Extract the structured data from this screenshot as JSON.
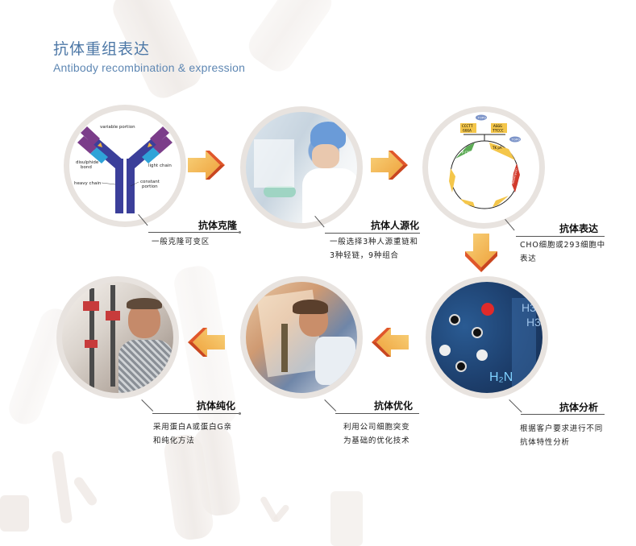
{
  "header": {
    "title_zh": "抗体重组表达",
    "title_en": "Antibody recombination & expression"
  },
  "colors": {
    "title_blue": "#4c77a6",
    "arrow_orange": "#f0a33a",
    "arrow_dark": "#e0572a",
    "circle_ring": "#e8e3df"
  },
  "steps": [
    {
      "title": "抗体克隆",
      "desc_lines": [
        "一般克隆可变区"
      ],
      "image": "antibody-structure-diagram",
      "diagram_labels": {
        "variable": "variable portion",
        "disulphide": "disulphide bond",
        "light": "light chain",
        "heavy": "heavy chain",
        "constant": "constant portion"
      }
    },
    {
      "title": "抗体人源化",
      "desc_lines": [
        "一般选择3种人源重链和",
        "3种轻链，9种组合"
      ],
      "image": "lab-scientist-photo"
    },
    {
      "title": "抗体表达",
      "desc_lines": [
        "CHO细胞或293细胞中",
        "表达"
      ],
      "image": "plasmid-vector-map",
      "plasmid_labels": {
        "topo1": "TOPO",
        "topo2": "TOPO",
        "seq_left_1": "CCCTT",
        "seq_left_2": "GGGA",
        "seq_right_1": "AGGG",
        "seq_right_2": "TTCCC",
        "pcmv": "P CMV",
        "tk": "TK pA",
        "psv40": "P SV40",
        "neomycin": "Neomycin",
        "sv40pa": "SV40 pA",
        "puc": "pUC ori",
        "ampicillin": "Ampicillin"
      }
    },
    {
      "title": "抗体分析",
      "desc_lines": [
        "根据客户要求进行不同",
        "抗体特性分析"
      ],
      "image": "molecule-model-photo",
      "image_text": {
        "h2n": "H₂N",
        "h3a": "H3",
        "h3b": "H3"
      }
    },
    {
      "title": "抗体优化",
      "desc_lines": [
        "利用公司细胞突变",
        "为基础的优化技术"
      ],
      "image": "researcher-documents-photo"
    },
    {
      "title": "抗体纯化",
      "desc_lines": [
        "采用蛋白A或蛋白G亲",
        "和纯化方法"
      ],
      "image": "chromatography-apparatus-photo"
    }
  ],
  "arrows": [
    {
      "from": "抗体克隆",
      "to": "抗体人源化",
      "direction": "right"
    },
    {
      "from": "抗体人源化",
      "to": "抗体表达",
      "direction": "right"
    },
    {
      "from": "抗体表达",
      "to": "抗体分析",
      "direction": "down"
    },
    {
      "from": "抗体分析",
      "to": "抗体优化",
      "direction": "left"
    },
    {
      "from": "抗体优化",
      "to": "抗体纯化",
      "direction": "left"
    }
  ]
}
